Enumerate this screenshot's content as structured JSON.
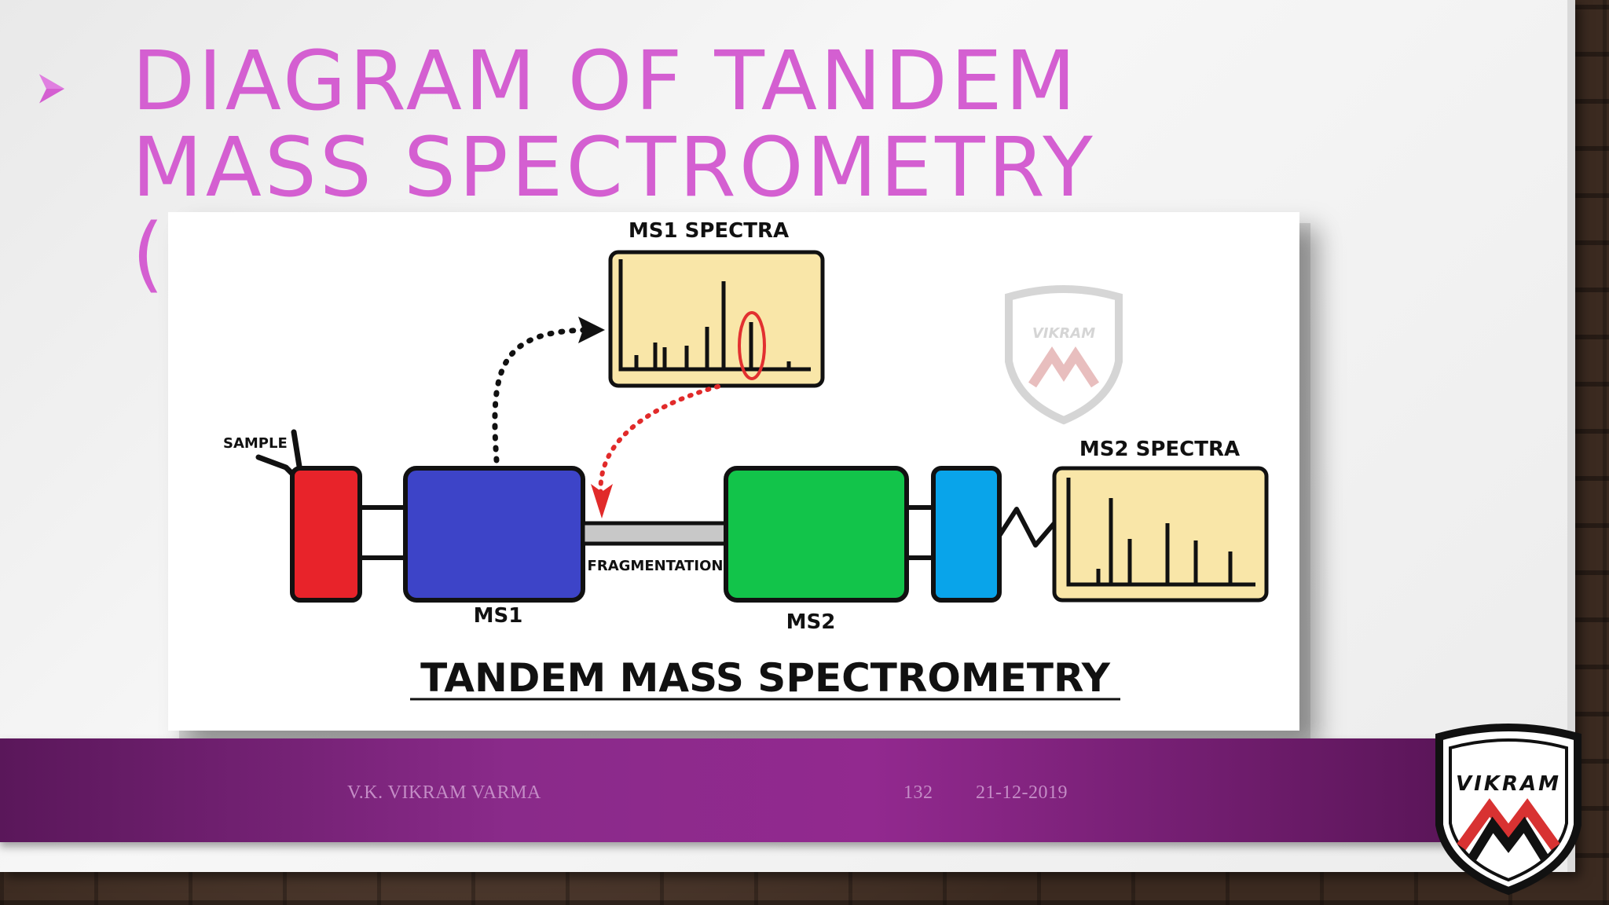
{
  "slide": {
    "title": "DIAGRAM OF TANDEM MASS SPECTROMETRY (MS/MS)",
    "footer": {
      "author": "V.K. VIKRAM VARMA",
      "page_number": "132",
      "date": "21-12-2019"
    },
    "logo_text": "VIKRAM"
  },
  "diagram": {
    "ms1_spectra_label": "MS1 SPECTRA",
    "ms2_spectra_label": "MS2 SPECTRA",
    "sample_label": "SAMPLE",
    "ms1_label": "MS1",
    "ms2_label": "MS2",
    "fragmentation_label": "FRAGMENTATION",
    "caption": "TANDEM MASS SPECTROMETRY",
    "watermark_text": "VIKRAM",
    "colors": {
      "sample_box": "#e8232a",
      "ms1_box": "#3d44c8",
      "ms2_box": "#12c44a",
      "detector_box": "#09a4ea",
      "spectra_fill": "#f9e6a8",
      "selected_peak": "#e23030",
      "arrow_red": "#e12a2a",
      "title_color": "#d45fd1",
      "footer_band": "#8a2a8a"
    }
  }
}
